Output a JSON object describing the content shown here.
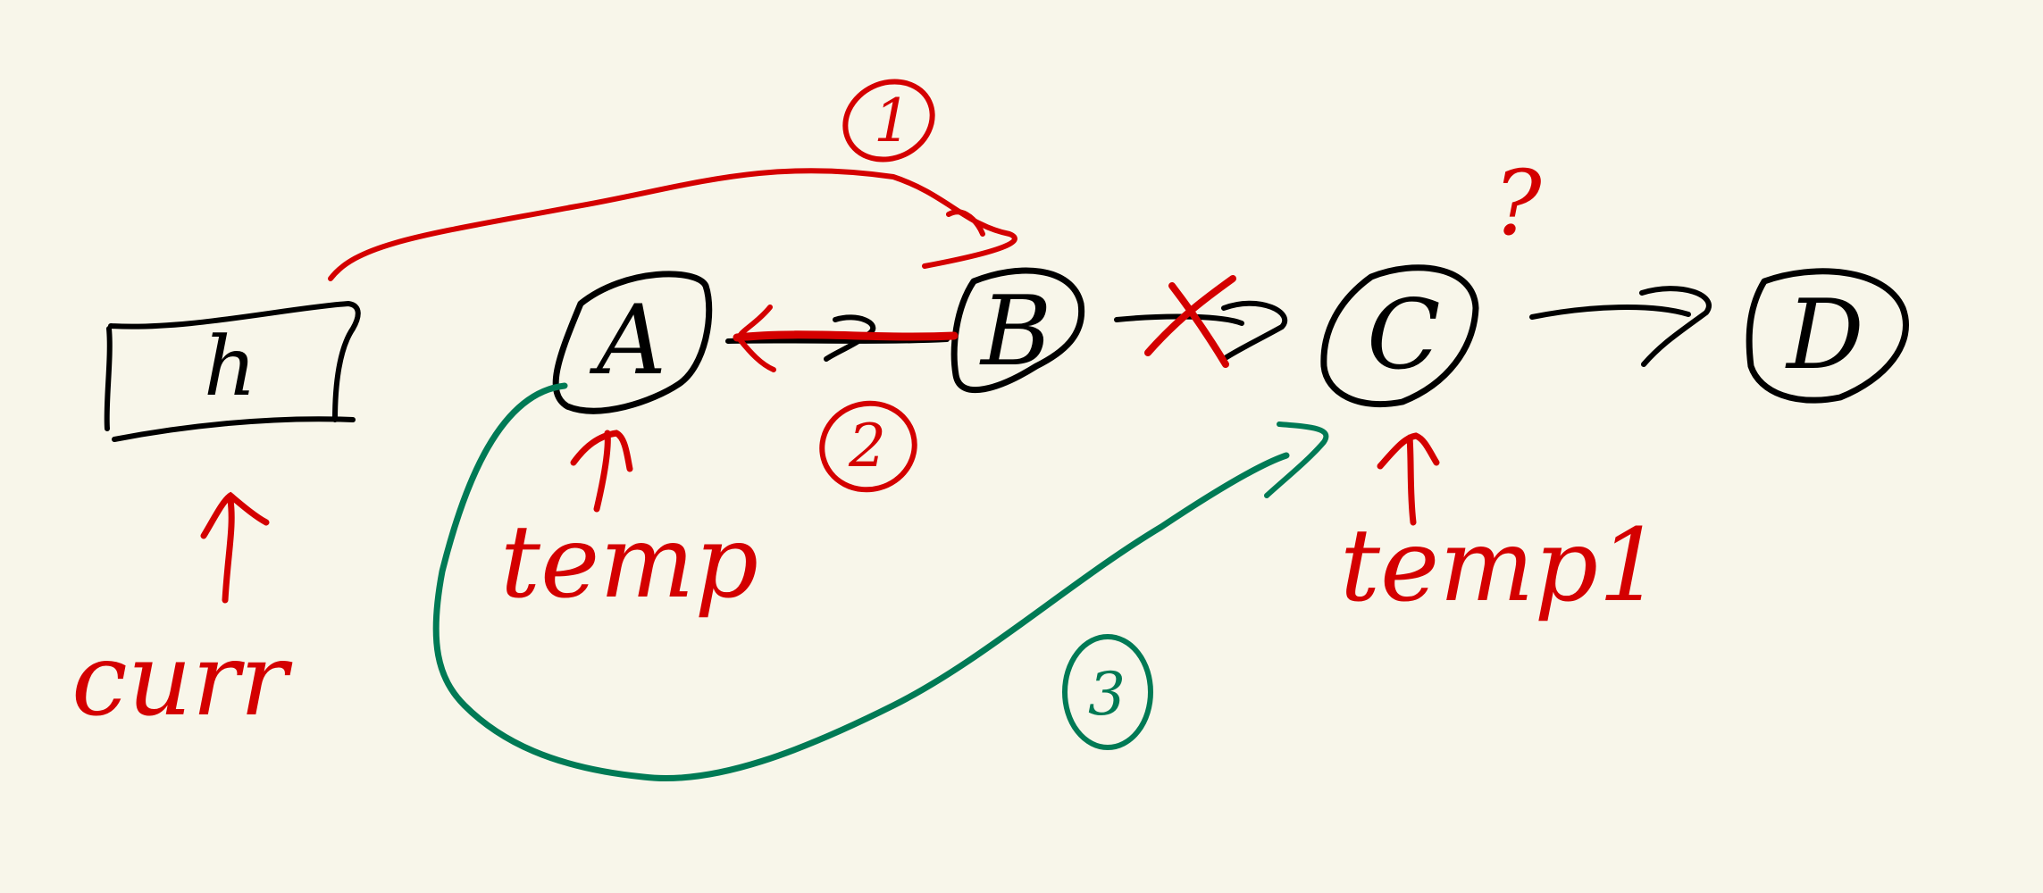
{
  "colors": {
    "background": "#f8f6ea",
    "ink_black": "#000000",
    "ink_red": "#d40000",
    "ink_green": "#007a55"
  },
  "list": {
    "head_label": "h",
    "nodes": [
      "A",
      "B",
      "C",
      "D"
    ]
  },
  "annotations": {
    "curr": "curr",
    "temp": "temp",
    "temp1": "temp1",
    "question": "?"
  },
  "steps": {
    "step1": "1",
    "step2": "2",
    "step3": "3"
  }
}
